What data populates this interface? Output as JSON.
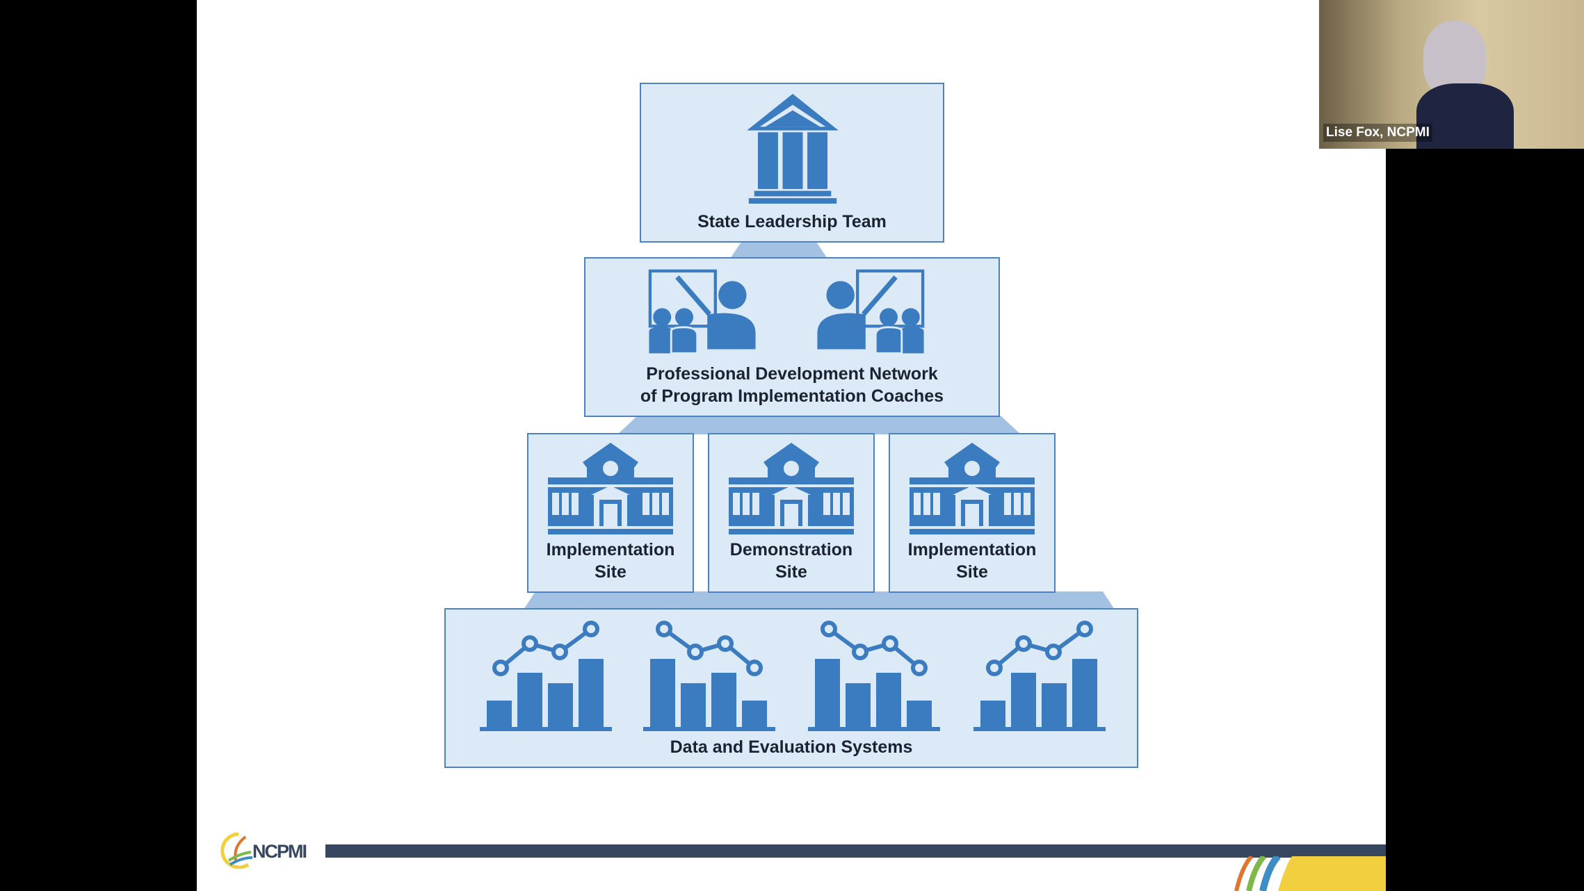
{
  "slide": {
    "tiers": {
      "top": {
        "label": "State Leadership Team",
        "icon": "government-building-icon"
      },
      "second": {
        "line1": "Professional Development Network",
        "line2": "of Program Implementation Coaches",
        "icon": "teacher-presenting-icon"
      },
      "sites": [
        {
          "line1": "Implementation",
          "line2": "Site",
          "icon": "school-building-icon"
        },
        {
          "line1": "Demonstration",
          "line2": "Site",
          "icon": "school-building-icon"
        },
        {
          "line1": "Implementation",
          "line2": "Site",
          "icon": "school-building-icon"
        }
      ],
      "bottom": {
        "label": "Data and Evaluation Systems",
        "icon": "bar-line-chart-icon"
      }
    },
    "footer": {
      "logo_text": "NCPMI"
    }
  },
  "webcam": {
    "participant_name": "Lise Fox, NCPMI"
  },
  "colors": {
    "box_fill": "#dceaf8",
    "icon": "#3b7bbf",
    "connector": "#a3c1e2",
    "footer_bar": "#374760",
    "accent_yellow": "#f2cf3f"
  }
}
